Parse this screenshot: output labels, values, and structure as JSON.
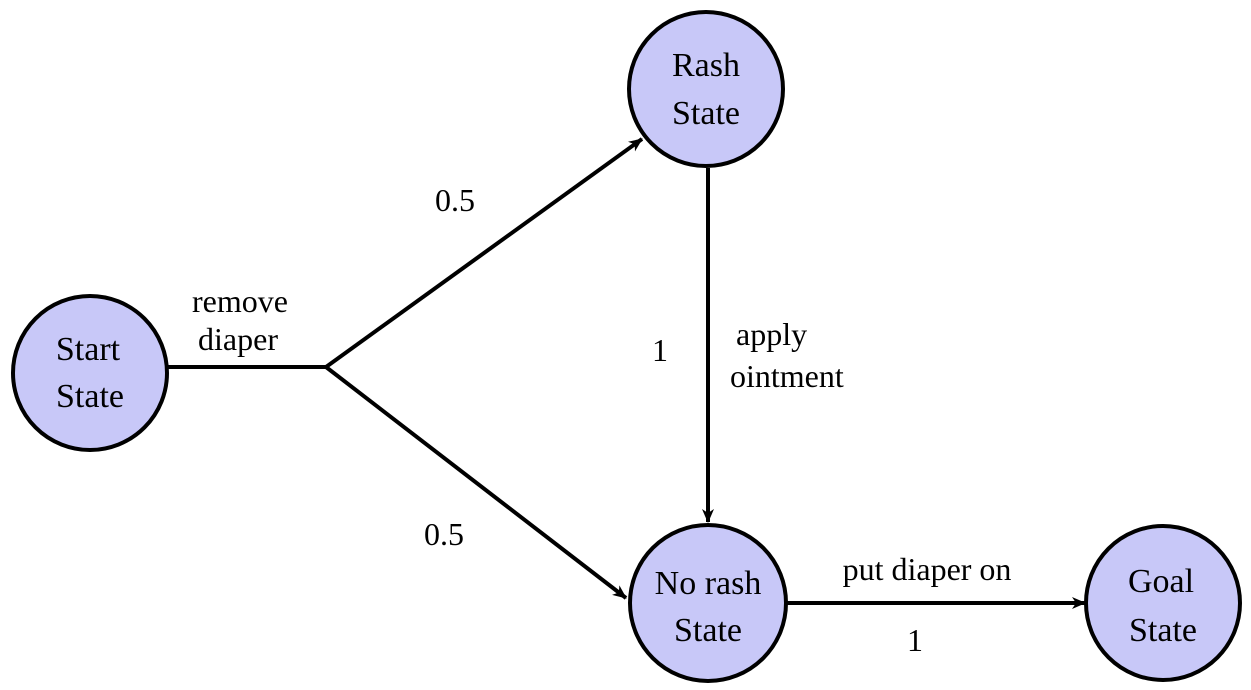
{
  "colors": {
    "node_fill": "#c8c8f8",
    "stroke": "#000000",
    "background": "#ffffff"
  },
  "nodes": {
    "start": {
      "line1": "Start",
      "line2": "State"
    },
    "rash": {
      "line1": "Rash",
      "line2": "State"
    },
    "norash": {
      "line1": "No rash",
      "line2": "State"
    },
    "goal": {
      "line1": "Goal",
      "line2": "State"
    }
  },
  "edges": {
    "remove_diaper": {
      "action_line1": "remove",
      "action_line2": "diaper",
      "prob_to_rash": "0.5",
      "prob_to_norash": "0.5"
    },
    "apply_ointment": {
      "action_line1": "apply",
      "action_line2": "ointment",
      "prob": "1"
    },
    "put_diaper_on": {
      "action": "put diaper on",
      "prob": "1"
    }
  }
}
